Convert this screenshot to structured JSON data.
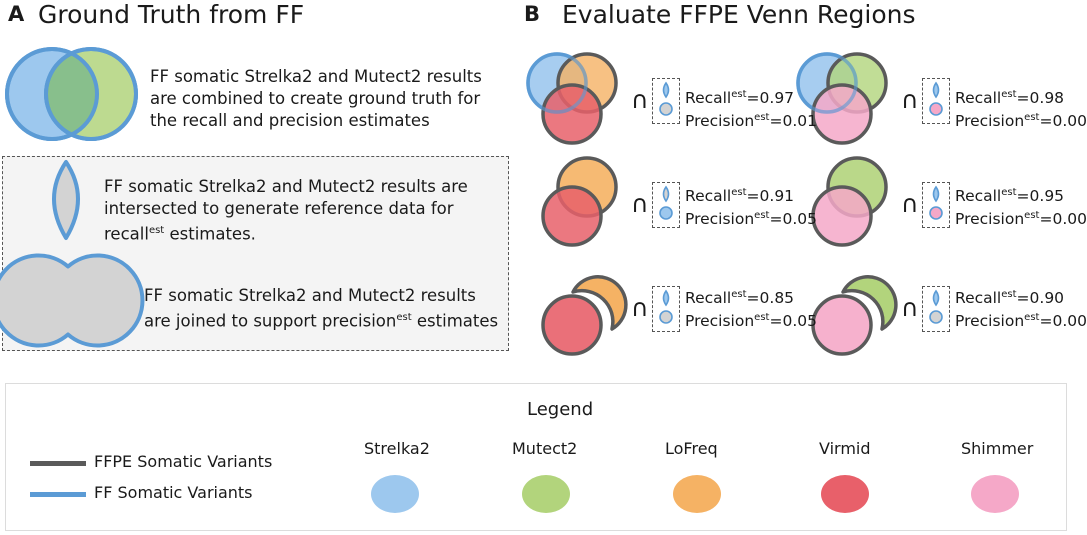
{
  "panel_a": {
    "letter": "A",
    "title": "Ground Truth from FF",
    "union_text": "FF somatic Strelka2 and Mutect2 results are combined to create ground truth for the recall and precision estimates",
    "intersect_text": "FF somatic Strelka2 and Mutect2 results are intersected to generate reference data for recall",
    "intersect_sup": "est",
    "intersect_tail": " estimates.",
    "join_text": "FF somatic Strelka2 and Mutect2 results are joined to support precision",
    "join_sup": "est",
    "join_tail": " estimates"
  },
  "panel_b": {
    "letter": "B",
    "title": "Evaluate FFPE Venn Regions",
    "intersect_symbol": "∩",
    "recall_label": "Recall",
    "precision_label": "Precision",
    "sup": "est",
    "cells": [
      {
        "recall": "=0.97",
        "precision": "=0.01"
      },
      {
        "recall": "=0.98",
        "precision": "=0.00"
      },
      {
        "recall": "=0.91",
        "precision": "=0.05"
      },
      {
        "recall": "=0.95",
        "precision": "=0.00"
      },
      {
        "recall": "=0.85",
        "precision": "=0.05"
      },
      {
        "recall": "=0.90",
        "precision": "=0.00"
      }
    ]
  },
  "legend": {
    "title": "Legend",
    "lines": [
      {
        "label": "FFPE Somatic Variants",
        "color": "#5a5a5a"
      },
      {
        "label": "FF Somatic Variants",
        "color": "#5b9bd5"
      }
    ],
    "callers": [
      {
        "label": "Strelka2",
        "color": "#9dc8ee"
      },
      {
        "label": "Mutect2",
        "color": "#b2d47c"
      },
      {
        "label": "LoFreq",
        "color": "#f5b264"
      },
      {
        "label": "Virmid",
        "color": "#e8606a"
      },
      {
        "label": "Shimmer",
        "color": "#f5a8c8"
      }
    ]
  },
  "colors": {
    "strelka2": "#9dc8ee",
    "mutect2": "#b2d47c",
    "lofreq": "#f5b264",
    "virmid": "#e8606a",
    "shimmer": "#f5a8c8",
    "ff_outline": "#5b9bd5",
    "ffpe_outline": "#5a5a5a",
    "reference_fill": "#d3d3d3"
  }
}
